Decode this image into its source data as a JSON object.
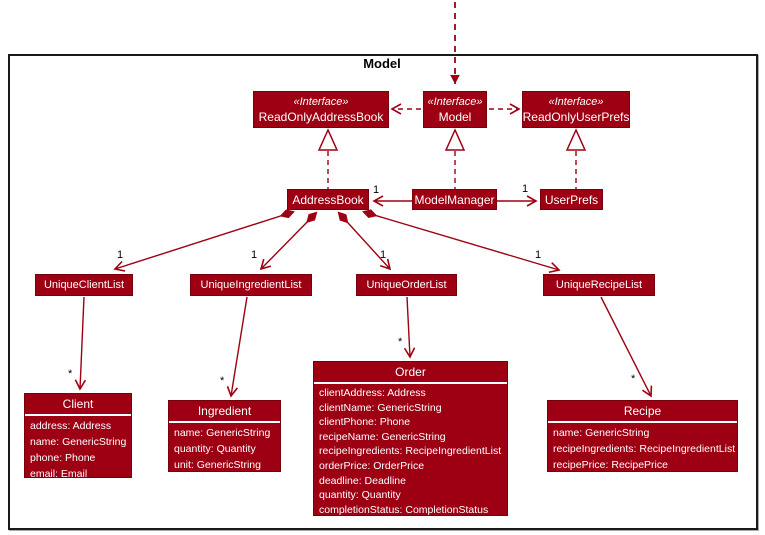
{
  "title": "Model",
  "colors": {
    "model_accent": "#9D0012",
    "box_text": "#FFFFFF",
    "multiplicity_text": "#000000",
    "frame_border": "#1A1A1A",
    "background": "#FFFFFF"
  },
  "interfaces": [
    {
      "stereotype": "«Interface»",
      "name": "ReadOnlyAddressBook"
    },
    {
      "stereotype": "«Interface»",
      "name": "Model"
    },
    {
      "stereotype": "«Interface»",
      "name": "ReadOnlyUserPrefs"
    }
  ],
  "classes": {
    "addressBook": {
      "name": "AddressBook"
    },
    "modelManager": {
      "name": "ModelManager"
    },
    "userPrefs": {
      "name": "UserPrefs"
    },
    "uniqueClientList": {
      "name": "UniqueClientList"
    },
    "uniqueIngredientList": {
      "name": "UniqueIngredientList"
    },
    "uniqueOrderList": {
      "name": "UniqueOrderList"
    },
    "uniqueRecipeList": {
      "name": "UniqueRecipeList"
    },
    "client": {
      "name": "Client",
      "fields": [
        "address: Address",
        "name: GenericString",
        "phone: Phone",
        "email: Email"
      ]
    },
    "ingredient": {
      "name": "Ingredient",
      "fields": [
        "name: GenericString",
        "quantity: Quantity",
        "unit: GenericString"
      ]
    },
    "order": {
      "name": "Order",
      "fields": [
        "clientAddress: Address",
        "clientName: GenericString",
        "clientPhone: Phone",
        "recipeName: GenericString",
        "recipeIngredients: RecipeIngredientList",
        "orderPrice: OrderPrice",
        "deadline: Deadline",
        "quantity: Quantity",
        "completionStatus: CompletionStatus"
      ]
    },
    "recipe": {
      "name": "Recipe",
      "fields": [
        "name: GenericString",
        "recipeIngredients: RecipeIngredientList",
        "recipePrice: RecipePrice"
      ]
    }
  },
  "multiplicities": {
    "modelmanager_addressbook": "1",
    "modelmanager_userprefs": "1",
    "addressbook_clientlist": "1",
    "addressbook_ingredientlist": "1",
    "addressbook_orderlist": "1",
    "addressbook_recipelist": "1",
    "clientlist_client": "*",
    "ingredientlist_ingredient": "*",
    "orderlist_order": "*",
    "recipelist_recipe": "*"
  }
}
